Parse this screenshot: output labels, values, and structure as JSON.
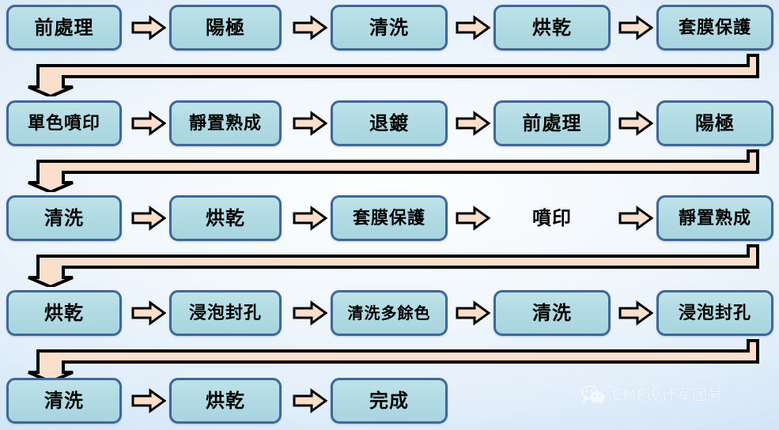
{
  "diagram": {
    "title": "Anodizing / printing process flow",
    "colors": {
      "node_fill": "#b2dbe4",
      "node_border": "#3f6896",
      "arrow_fill": "#fae0cc",
      "arrow_stroke": "#000000",
      "background_light": "#fdfeff",
      "background_deep": "#bcd8f2"
    },
    "rows": [
      {
        "id": "row-1",
        "nodes": [
          {
            "label": "前處理",
            "boxed": true
          },
          {
            "label": "陽極",
            "boxed": true
          },
          {
            "label": "清洗",
            "boxed": true
          },
          {
            "label": "烘乾",
            "boxed": true
          },
          {
            "label": "套膜保護",
            "boxed": true
          }
        ],
        "connector": "wrap-down-left"
      },
      {
        "id": "row-2",
        "nodes": [
          {
            "label": "單色噴印",
            "boxed": true
          },
          {
            "label": "靜置熟成",
            "boxed": true
          },
          {
            "label": "退鍍",
            "boxed": true
          },
          {
            "label": "前處理",
            "boxed": true
          },
          {
            "label": "陽極",
            "boxed": true
          }
        ],
        "connector": "wrap-down-left"
      },
      {
        "id": "row-3",
        "nodes": [
          {
            "label": "清洗",
            "boxed": true
          },
          {
            "label": "烘乾",
            "boxed": true
          },
          {
            "label": "套膜保護",
            "boxed": true
          },
          {
            "label": "噴印",
            "boxed": false
          },
          {
            "label": "靜置熟成",
            "boxed": true
          }
        ],
        "connector": "wrap-down-left"
      },
      {
        "id": "row-4",
        "nodes": [
          {
            "label": "烘乾",
            "boxed": true
          },
          {
            "label": "浸泡封孔",
            "boxed": true
          },
          {
            "label": "清洗多餘色",
            "boxed": true
          },
          {
            "label": "清洗",
            "boxed": true
          },
          {
            "label": "浸泡封孔",
            "boxed": true
          }
        ],
        "connector": "wrap-down-left"
      },
      {
        "id": "row-5",
        "nodes": [
          {
            "label": "清洗",
            "boxed": true
          },
          {
            "label": "烘乾",
            "boxed": true
          },
          {
            "label": "完成",
            "boxed": true
          }
        ],
        "connector": "none"
      }
    ]
  },
  "watermark": {
    "icon": "wechat-icon",
    "text": "CMF设计军团号"
  }
}
